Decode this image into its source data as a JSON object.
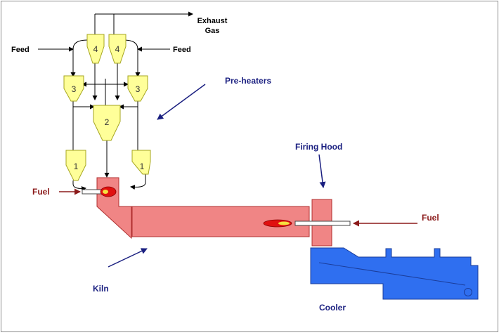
{
  "labels": {
    "exhaust_line1": "Exhaust",
    "exhaust_line2": "Gas",
    "feed_left": "Feed",
    "feed_right": "Feed",
    "preheaters": "Pre-heaters",
    "firing_hood": "Firing Hood",
    "fuel_left": "Fuel",
    "fuel_right": "Fuel",
    "kiln": "Kiln",
    "cooler": "Cooler"
  },
  "cyclones": {
    "stage4_left": "4",
    "stage4_right": "4",
    "stage3_left": "3",
    "stage3_right": "3",
    "stage2": "2",
    "stage1_left": "1",
    "stage1_right": "1"
  },
  "colors": {
    "cyclone_fill": "#ffff99",
    "cyclone_stroke": "#a6a620",
    "kiln_fill": "#f08585",
    "kiln_stroke": "#b03030",
    "cooler_fill": "#2f6ff0",
    "cooler_stroke": "#1b3d9a",
    "flame_fill": "#e01010",
    "flame_core": "#f5e040",
    "navy_arrow": "#1a1f80",
    "red_arrow": "#8b1a1a"
  }
}
